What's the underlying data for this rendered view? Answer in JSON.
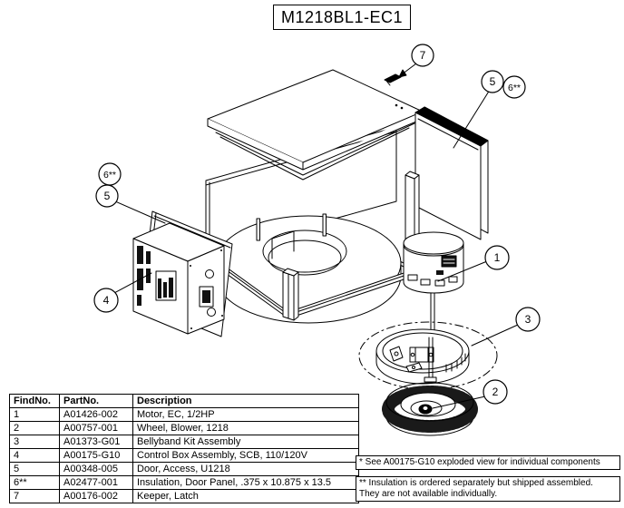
{
  "title": "M1218BL1-EC1",
  "diagram": {
    "callouts": {
      "c1": "1",
      "c2": "2",
      "c3": "3",
      "c4": "4",
      "c5_left": "5",
      "c6_left": "6**",
      "c5_right": "5",
      "c6_right": "6**",
      "c7": "7"
    }
  },
  "table": {
    "headers": [
      "FindNo.",
      "PartNo.",
      "Description"
    ],
    "rows": [
      [
        "1",
        "A01426-002",
        "Motor, EC, 1/2HP"
      ],
      [
        "2",
        "A00757-001",
        "Wheel, Blower, 1218"
      ],
      [
        "3",
        "A01373-G01",
        "Bellyband Kit Assembly"
      ],
      [
        "4",
        "A00175-G10",
        "Control Box Assembly, SCB, 110/120V"
      ],
      [
        "5",
        "A00348-005",
        "Door, Access, U1218"
      ],
      [
        "6**",
        "A02477-001",
        "Insulation, Door Panel, .375 x 10.875 x 13.5"
      ],
      [
        "7",
        "A00176-002",
        "Keeper, Latch"
      ]
    ]
  },
  "notes": {
    "note1": "* See A00175-G10 exploded view for individual components",
    "note2": "** Insulation is ordered separately but shipped assembled.\nThey are not available individually."
  }
}
